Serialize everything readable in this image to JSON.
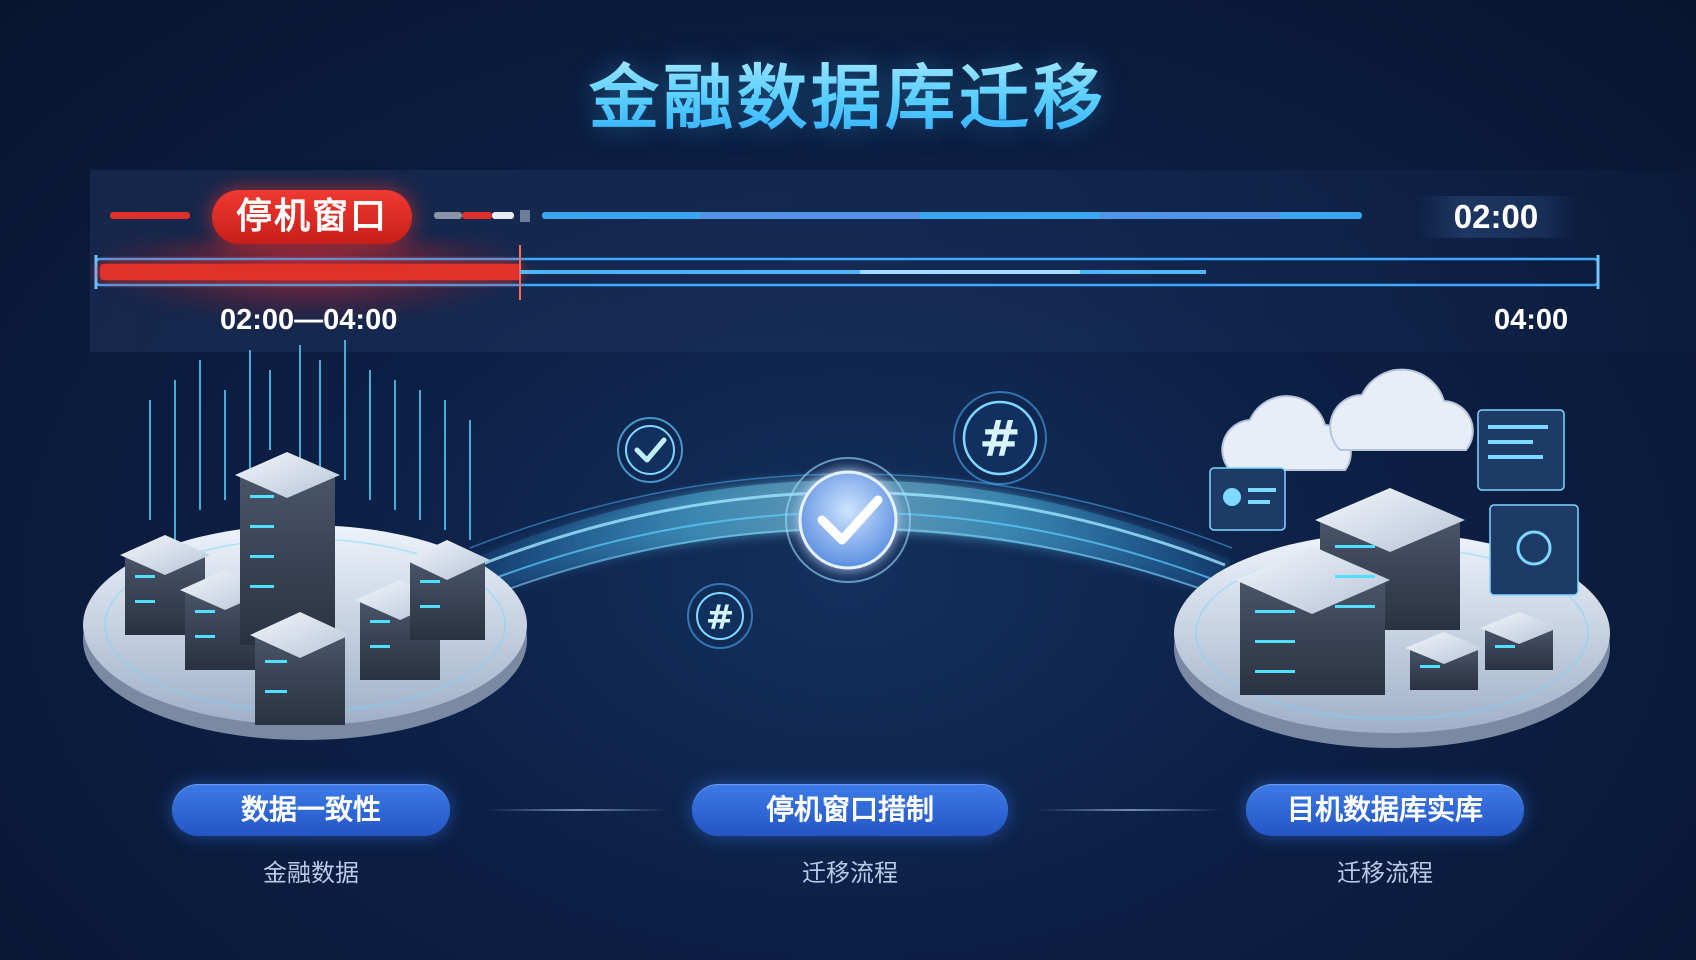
{
  "title": "金融数据库迁移",
  "timeline": {
    "downtime_label": "停机窗口",
    "downtime_range": "02:00—04:00",
    "top_right_time": "02:00",
    "end_time": "04:00"
  },
  "stages": [
    {
      "label": "数据一致性",
      "sub": "金融数据"
    },
    {
      "label": "停机窗口措制",
      "sub": "迁移流程"
    },
    {
      "label": "目机数据库实库",
      "sub": "迁移流程"
    }
  ],
  "icons": {
    "source": "server-cluster-icon",
    "target": "cloud-server-icon",
    "check": "check-icon",
    "hash": "hash-icon"
  },
  "colors": {
    "accent": "#3d7be8",
    "downtime": "#e0302a",
    "flow": "#46c8ff",
    "background": "#0c1f44"
  }
}
